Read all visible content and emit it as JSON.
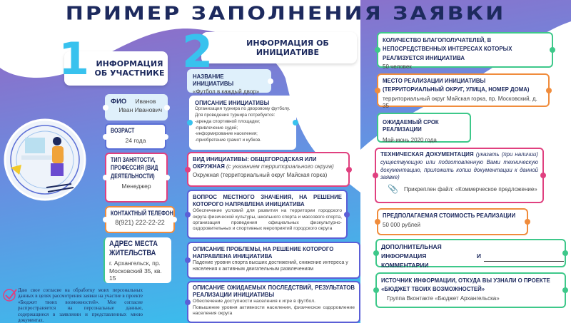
{
  "title": "ПРИМЕР ЗАПОЛНЕНИЯ ЗАЯВКИ",
  "section1": {
    "number": "1",
    "label": "ИНФОРМАЦИЯ ОБ УЧАСТНИКЕ"
  },
  "section2": {
    "number": "2",
    "label": "ИНФОРМАЦИЯ ОБ ИНИЦИАТИВЕ"
  },
  "participant": {
    "fio": {
      "label": "ФИО",
      "value1": "Иванов",
      "value2": "Иван Иванович"
    },
    "age": {
      "label": "ВОЗРАСТ",
      "value": "24 года"
    },
    "occupation": {
      "label": "ТИП ЗАНЯТОСТИ, ПРОФЕССИЯ (ВИД ДЕЯТЕЛЬНОСТИ)",
      "value": "Менеджер"
    },
    "phone": {
      "label": "КОНТАКТНЫЙ ТЕЛЕФОН",
      "value": "8(921) 222-22-22"
    },
    "address": {
      "label": "АДРЕС МЕСТА ЖИТЕЛЬСТВА",
      "value": "г. Архангельск, пр. Московский 35, кв. 15"
    }
  },
  "consent": "Даю свое согласие на обработку моих персональных данных в целях рассмотрения заявки на участие в проекте «Бюджет твоих возможностей». Мое согласие распространяется на персональные данные, содержащиеся в заявлении и представленных мною документах.",
  "initiative": {
    "name": {
      "label": "НАЗВАНИЕ ИНИЦИАТИВЫ",
      "value": "«Футбол в каждый двор»"
    },
    "description": {
      "label": "ОПИСАНИЕ ИНИЦИАТИВЫ",
      "lines": [
        "Организация турнира по дворовому футболу.",
        "Для проведения турнира потребуется:",
        "-аренда спортивной площадки;",
        "-привлечение судей;",
        "-информирование населения;",
        "-приобретение грамот и кубков."
      ]
    },
    "type": {
      "label": "ВИД ИНИЦИАТИВЫ: ОБЩЕГОРОДСКАЯ ИЛИ ОКРУЖНАЯ",
      "hint": "(с указанием территориального округа)",
      "value": "Окружная (территориальный округ Майская горка)"
    },
    "local_issue": {
      "label": "ВОПРОС МЕСТНОГО ЗНАЧЕНИЯ, НА РЕШЕНИЕ КОТОРОГО НАПРАВЛЕНА ИНИЦИАТИВА",
      "value": "Обеспечение условий для развития на территории городского округа физической культуры, школьного спорта и массового спорта, организация проведения официальных физкультурно-оздоровительных и спортивных мероприятий городского округа"
    },
    "problem": {
      "label": "ОПИСАНИЕ ПРОБЛЕМЫ, НА РЕШЕНИЕ КОТОРОГО НАПРАВЛЕНА ИНИЦИАТИВА",
      "value": "Падение уровня спорта высших достижений, снижение интереса у населения к активным двигательным развлечениям"
    },
    "results": {
      "label": "ОПИСАНИЕ ОЖИДАЕМЫХ ПОСЛЕДСТВИЙ, РЕЗУЛЬТАТОВ РЕАЛИЗАЦИИ ИНИЦИАТИВЫ",
      "line1": "Обеспечение доступности населения к игре в футбол.",
      "line2": "Повышение уровня активности населения, физическое оздоровление населения округа"
    },
    "beneficiaries": {
      "label": "КОЛИЧЕСТВО БЛАГОПОЛУЧАТЕЛЕЙ, В НЕПОСРЕДСТВЕННЫХ ИНТЕРЕСАХ КОТОРЫХ РЕАЛИЗУЕТСЯ ИНИЦИАТИВА",
      "value": "50 человек"
    },
    "location": {
      "label": "МЕСТО РЕАЛИЗАЦИИ ИНИЦИАТИВЫ (ТЕРРИТОРИАЛЬНЫЙ ОКРУГ, УЛИЦА, НОМЕР ДОМА)",
      "value": "территориальный округ Майская горка, пр. Московский, д. 35"
    },
    "term": {
      "label": "ОЖИДАЕМЫЙ СРОК РЕАЛИЗАЦИИ",
      "value": "Май-июнь 2020 года"
    },
    "tech_docs": {
      "label": "ТЕХНИЧЕСКАЯ ДОКУМЕНТАЦИЯ",
      "hint": "(указать (при наличии) существующую или подготовленную Вами техническую документацию, приложить копии документации к данной заявке)",
      "value": "Прикреплен файл: «Коммерческое предложение»"
    },
    "cost": {
      "label": "ПРЕДПОЛАГАЕМАЯ СТОИМОСТЬ РЕАЛИЗАЦИИ",
      "value": "50 000 рублей"
    },
    "additional": {
      "label": "ДОПОЛНИТЕЛЬНАЯ ИНФОРМАЦИЯ И КОММЕНТАРИИ"
    },
    "source": {
      "label": "ИСТОЧНИК ИНФОРМАЦИИ, ОТКУДА ВЫ УЗНАЛИ О ПРОЕКТЕ «БЮДЖЕТ ТВОИХ ВОЗМОЖНОСТЕЙ»",
      "value": "Группа Вконтакте «Бюджет Архангельска»"
    }
  },
  "colors": {
    "navy": "#1d2a5e",
    "cyan": "#38c2ee",
    "blue": "#5b6fd6",
    "pink": "#e0407f",
    "orange": "#f08c3c",
    "green": "#3ec88a"
  }
}
